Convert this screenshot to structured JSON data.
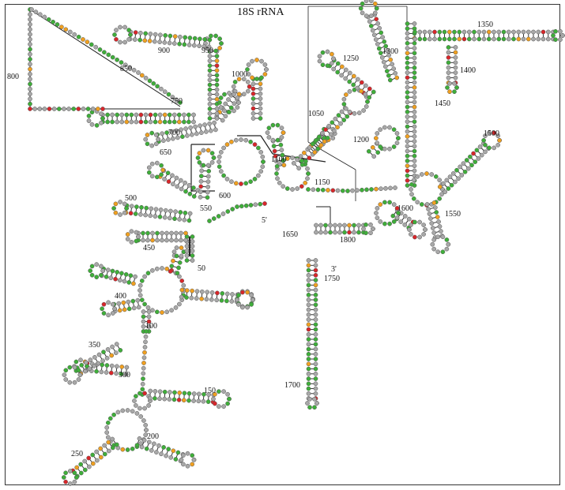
{
  "title": "18S rRNA",
  "colors": {
    "gray": "#a8a8a8",
    "green": "#3fae3a",
    "orange": "#f0a020",
    "red": "#d8262a",
    "stroke": "#555555",
    "pair": "#222222"
  },
  "ends": {
    "five": "5'",
    "three": "3'"
  },
  "positions": [
    "50",
    "100",
    "150",
    "200",
    "250",
    "300",
    "350",
    "400",
    "450",
    "500",
    "550",
    "600",
    "650",
    "700",
    "750",
    "800",
    "850",
    "900",
    "950",
    "1000",
    "1050",
    "1100",
    "1150",
    "1200",
    "1250",
    "1300",
    "1350",
    "1400",
    "1450",
    "1500",
    "1550",
    "1600",
    "1650",
    "1700",
    "1750",
    "1800"
  ]
}
